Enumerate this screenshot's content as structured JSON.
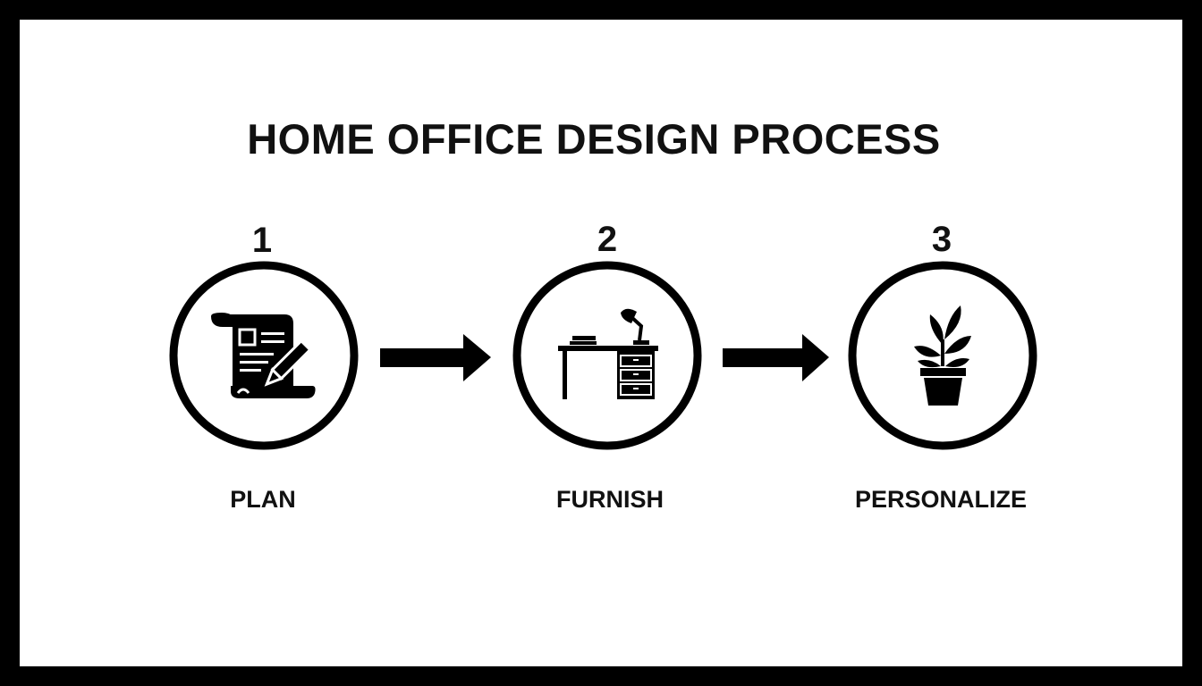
{
  "title": "HOME OFFICE DESIGN PROCESS",
  "steps": [
    {
      "number": "1",
      "label": "PLAN",
      "icon": "document-pencil-icon"
    },
    {
      "number": "2",
      "label": "FURNISH",
      "icon": "desk-lamp-icon"
    },
    {
      "number": "3",
      "label": "PERSONALIZE",
      "icon": "potted-plant-icon"
    }
  ],
  "colors": {
    "ink": "#111111",
    "background": "#ffffff",
    "border": "#000000"
  }
}
